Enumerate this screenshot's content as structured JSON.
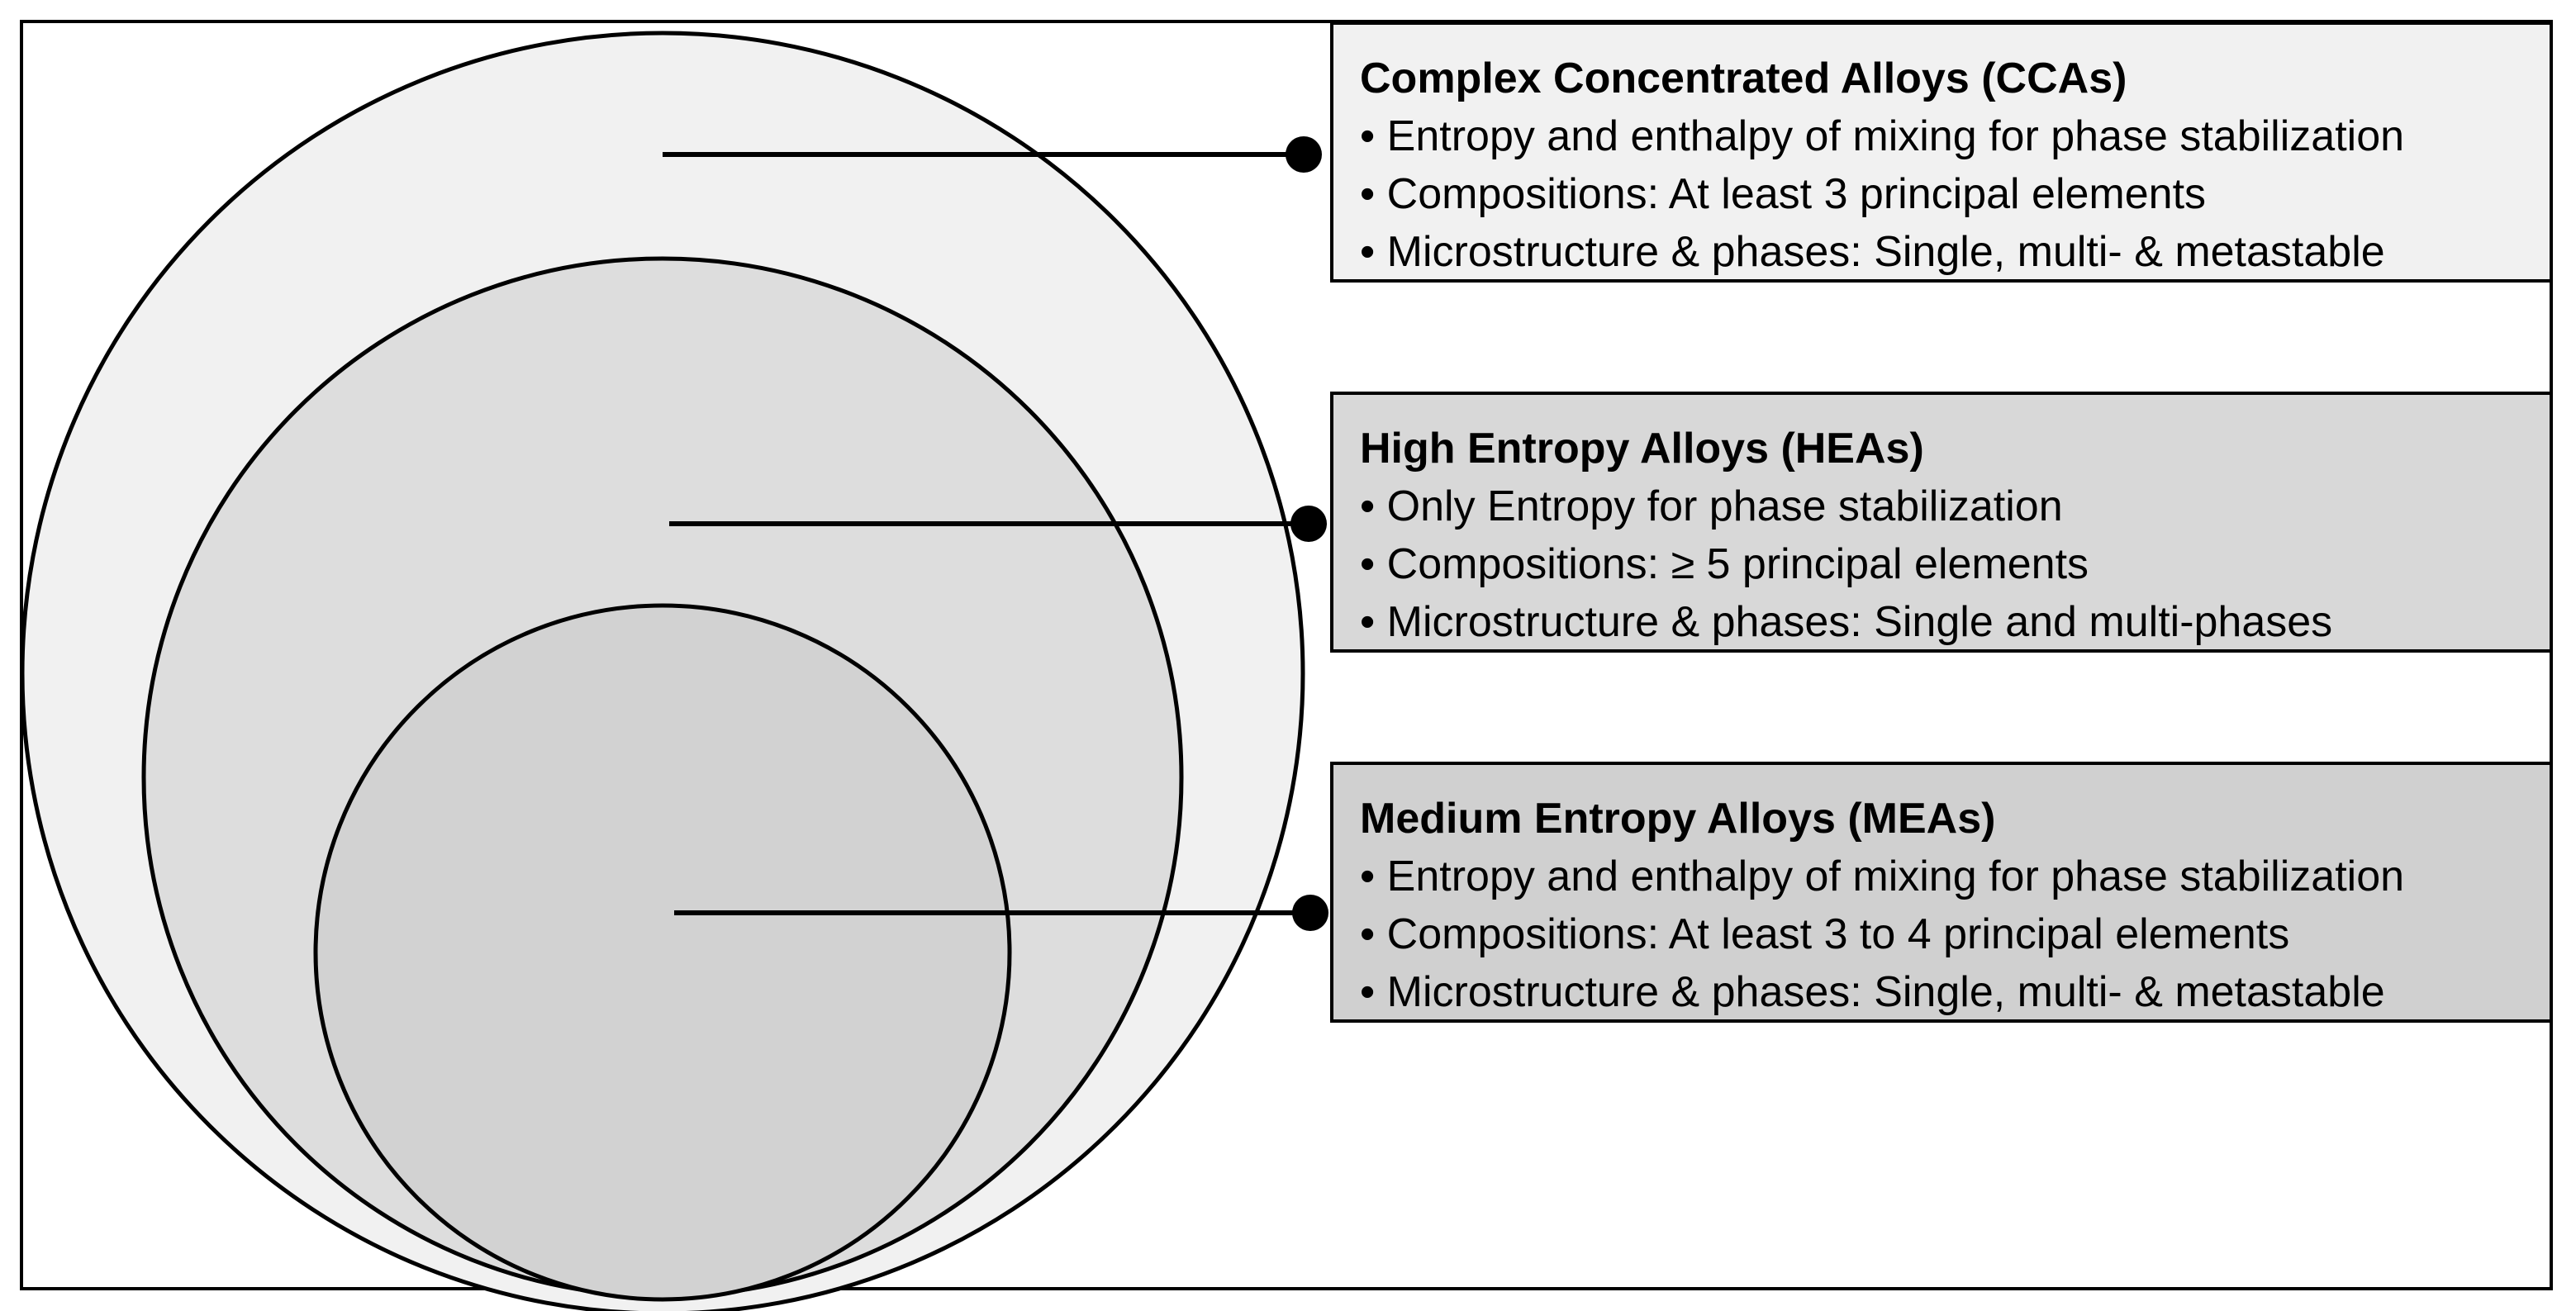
{
  "colors": {
    "outer_circle_fill": "#f1f1f1",
    "middle_circle_fill": "#dddddd",
    "inner_circle_fill": "#d2d2d2",
    "cca_box_fill": "#f1f1f1",
    "hea_box_fill": "#d8d8d8",
    "mea_box_fill": "#d0d0d0",
    "stroke": "#000000"
  },
  "boxes": {
    "cca": {
      "title": "Complex Concentrated Alloys (CCAs)",
      "lines": [
        "• Entropy and enthalpy of mixing for phase stabilization",
        "• Compositions: At least 3 principal elements",
        "• Microstructure & phases: Single, multi- & metastable"
      ]
    },
    "hea": {
      "title": "High Entropy Alloys (HEAs)",
      "lines": [
        "• Only Entropy for phase stabilization",
        "• Compositions: ≥ 5 principal elements",
        "• Microstructure & phases: Single and multi-phases"
      ]
    },
    "mea": {
      "title": "Medium Entropy Alloys (MEAs)",
      "lines": [
        "• Entropy and enthalpy of mixing for phase stabilization",
        "• Compositions: At least 3 to 4 principal elements",
        "• Microstructure & phases: Single, multi- & metastable"
      ]
    }
  }
}
